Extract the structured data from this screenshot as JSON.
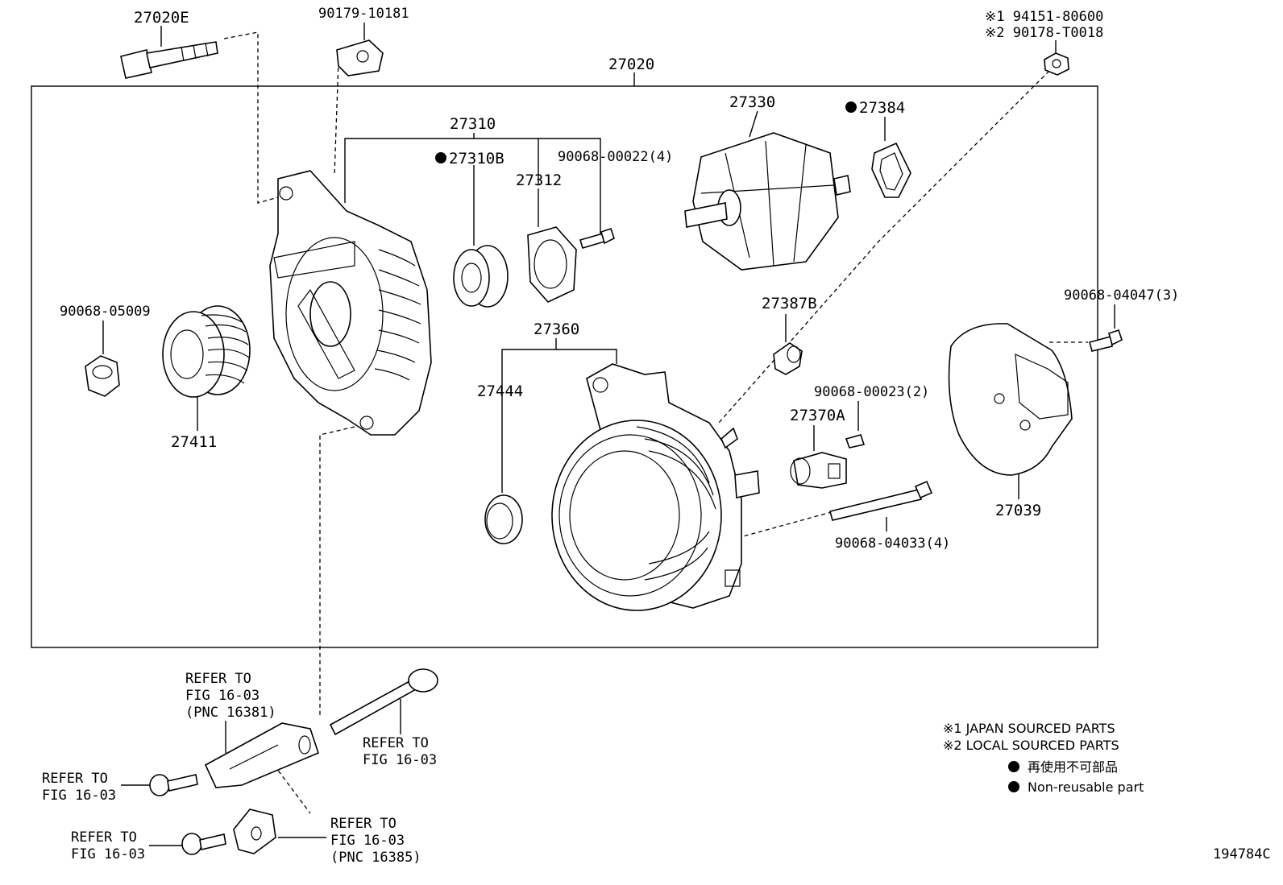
{
  "labels": {
    "p27020E": "27020E",
    "p90179": "90179-10181",
    "note1": "※1 94151-80600",
    "note2": "※2 90178-T0018",
    "p27020": "27020",
    "p27330": "27330",
    "p27384": "27384",
    "p27310": "27310",
    "p27310B": "27310B",
    "p90068_22": "90068-00022(4)",
    "p27312": "27312",
    "p90068_05009": "90068-05009",
    "p27411": "27411",
    "p27387B": "27387B",
    "p90068_04047": "90068-04047(3)",
    "p27360": "27360",
    "p27444": "27444",
    "p90068_23": "90068-00023(2)",
    "p27370A": "27370A",
    "p27039": "27039",
    "p90068_04033": "90068-04033(4)",
    "refer_a1": "REFER TO",
    "refer_a2": "FIG 16-03",
    "refer_a3": "(PNC 16381)",
    "refer_b1": "REFER TO",
    "refer_b2": "FIG 16-03",
    "refer_c1": "REFER TO",
    "refer_c2": "FIG 16-03",
    "refer_d1": "REFER TO",
    "refer_d2": "FIG 16-03",
    "refer_e1": "REFER TO",
    "refer_e2": "FIG 16-03",
    "refer_e3": "(PNC 16385)",
    "diagram_id": "194784C"
  },
  "legend": {
    "japan": "※1  JAPAN SOURCED PARTS",
    "local": "※2  LOCAL SOURCED PARTS",
    "nonreuse_jp": "再使用不可部品",
    "nonreuse_en": "Non-reusable part"
  }
}
